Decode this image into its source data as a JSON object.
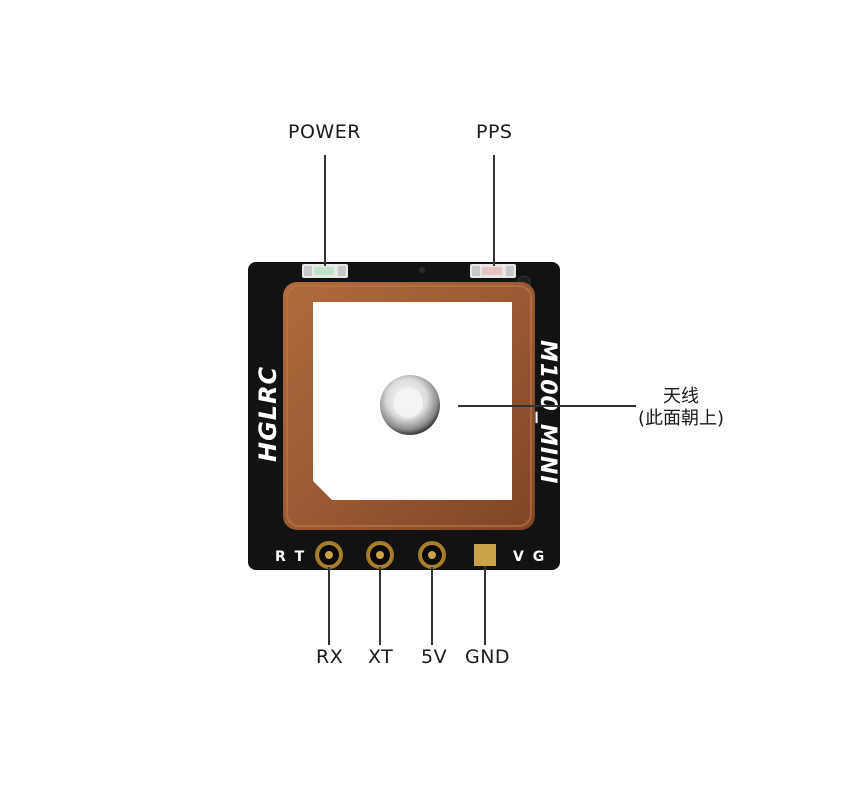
{
  "board": {
    "brand": "HGLRC",
    "model": "M100_MINI",
    "pad_letters_left": "R T",
    "pad_letters_right": "V G"
  },
  "callouts": {
    "power": "POWER",
    "pps": "PPS",
    "antenna_line1": "天线",
    "antenna_line2": "(此面朝上)",
    "rx": "RX",
    "xt": "XT",
    "v5": "5V",
    "gnd": "GND"
  },
  "colors": {
    "pcb": "#111111",
    "ceramic": "#9a5a33",
    "patch": "#ffffff",
    "pad_gold": "#c9a24a",
    "line": "#333333"
  }
}
